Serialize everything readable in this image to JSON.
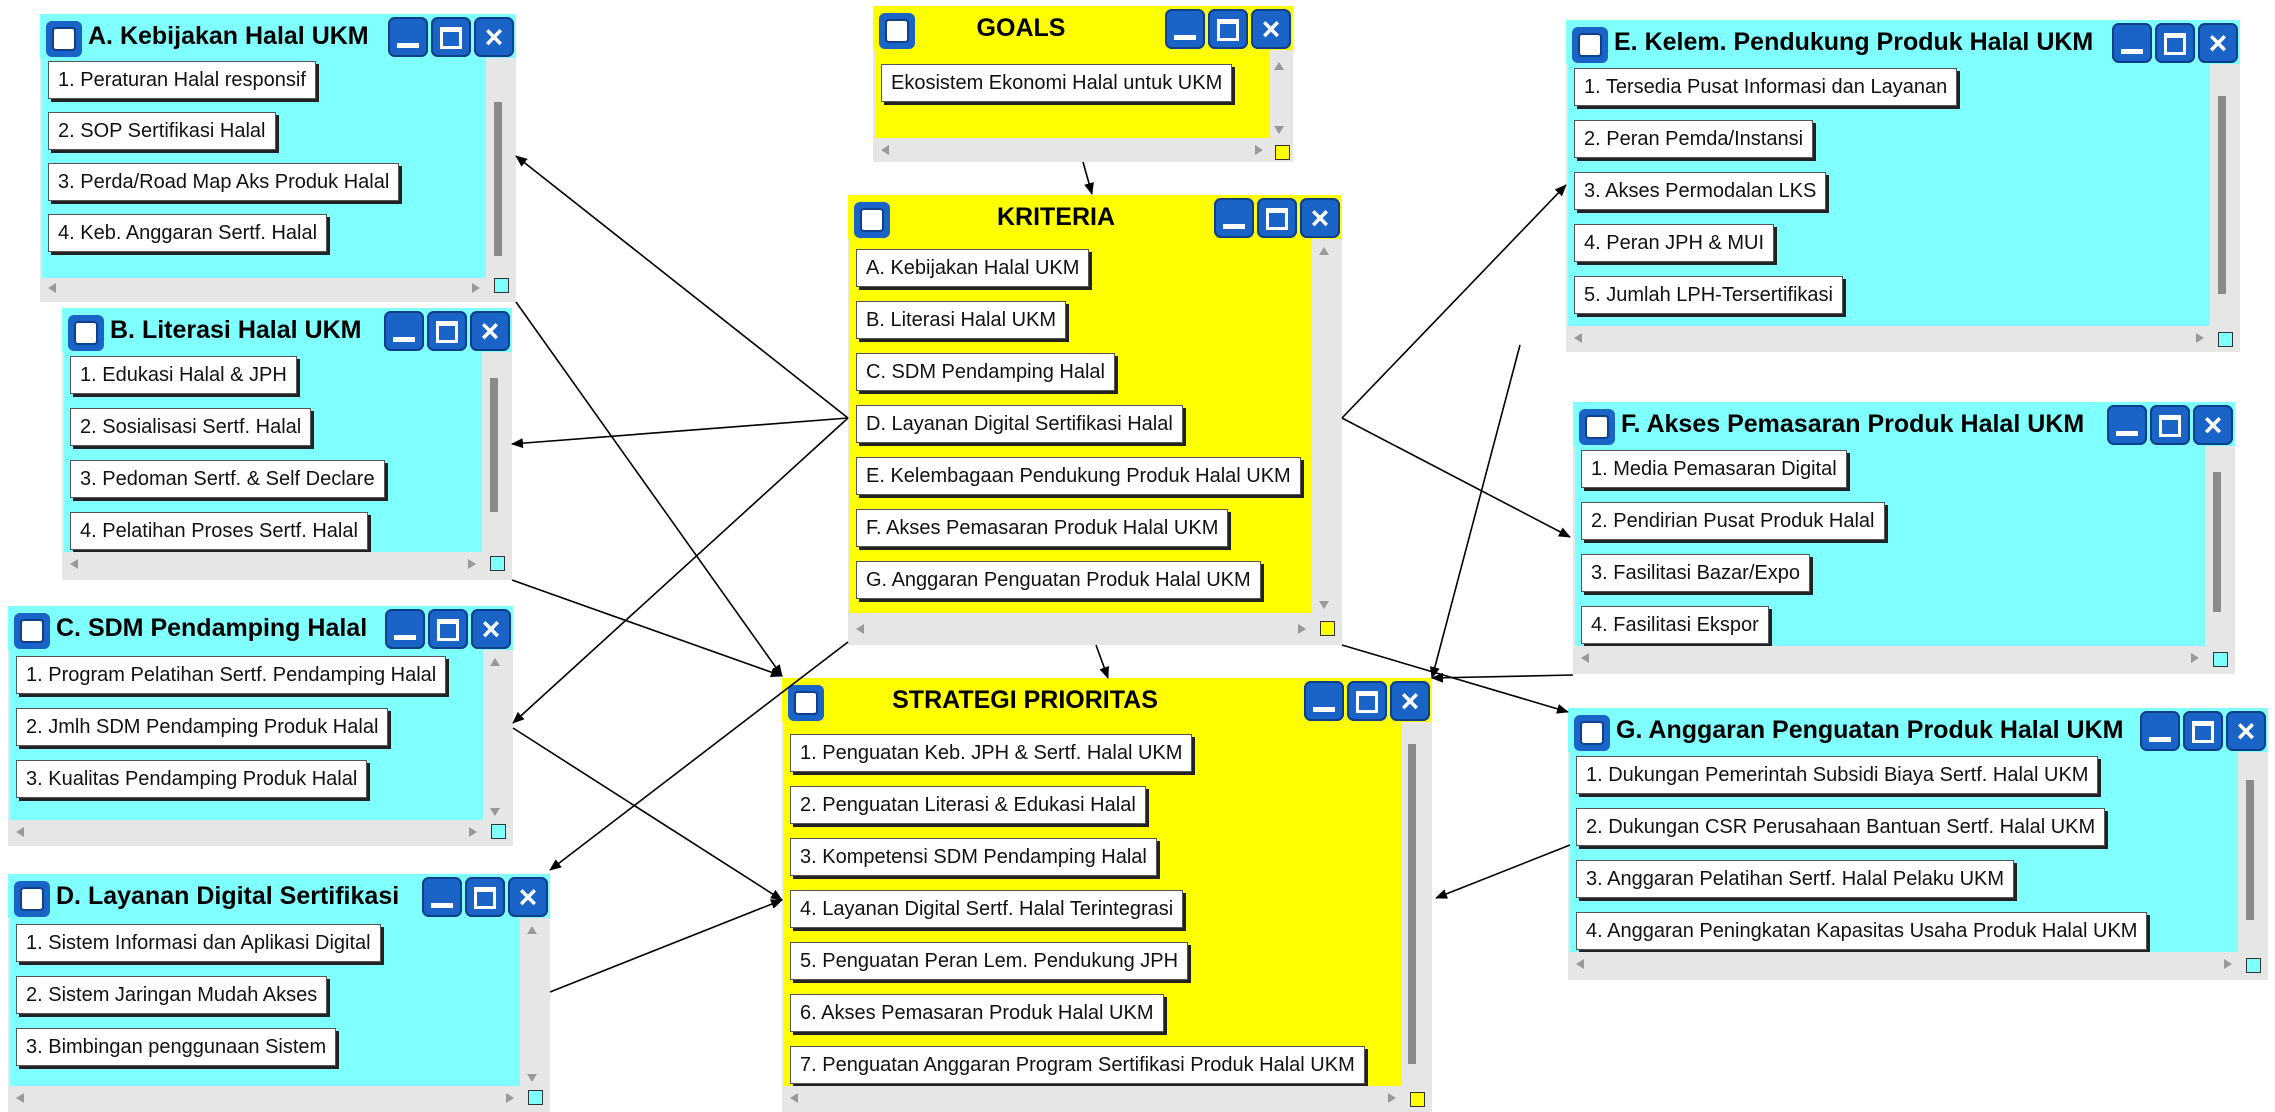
{
  "colors": {
    "cyan": "#80ffff",
    "yellow": "#ffff00",
    "title_button": "#1a63c7"
  },
  "goals": {
    "title": "GOALS",
    "items": [
      "Ekosistem Ekonomi Halal untuk UKM"
    ]
  },
  "kriteria": {
    "title": "KRITERIA",
    "items": [
      "A. Kebijakan Halal UKM",
      "B. Literasi Halal UKM",
      "C. SDM Pendamping Halal",
      "D. Layanan Digital Sertifikasi Halal",
      "E. Kelembagaan Pendukung Produk Halal UKM",
      "F. Akses Pemasaran Produk Halal UKM",
      "G. Anggaran Penguatan Produk Halal UKM"
    ]
  },
  "strategi": {
    "title": "STRATEGI PRIORITAS",
    "items": [
      "1. Penguatan Keb. JPH & Sertf. Halal UKM",
      "2. Penguatan Literasi & Edukasi Halal",
      "3. Kompetensi SDM Pendamping Halal",
      "4. Layanan Digital Sertf. Halal Terintegrasi",
      "5. Penguatan Peran Lem. Pendukung JPH",
      "6. Akses Pemasaran Produk Halal UKM",
      "7. Penguatan Anggaran Program Sertifikasi Produk Halal UKM"
    ]
  },
  "a": {
    "title": "A. Kebijakan Halal UKM",
    "items": [
      "1. Peraturan Halal responsif",
      "2. SOP Sertifikasi Halal",
      "3. Perda/Road Map Aks Produk Halal",
      "4. Keb. Anggaran Sertf. Halal"
    ]
  },
  "b": {
    "title": "B. Literasi Halal UKM",
    "items": [
      "1. Edukasi Halal & JPH",
      "2. Sosialisasi Sertf. Halal",
      "3. Pedoman Sertf. & Self Declare",
      "4. Pelatihan Proses Sertf. Halal"
    ]
  },
  "c": {
    "title": "C. SDM Pendamping Halal",
    "items": [
      "1. Program Pelatihan Sertf. Pendamping Halal",
      "2. Jmlh SDM Pendamping Produk Halal",
      "3. Kualitas Pendamping Produk Halal"
    ]
  },
  "d": {
    "title": "D. Layanan Digital Sertifikasi",
    "items": [
      "1. Sistem Informasi dan Aplikasi Digital",
      "2. Sistem Jaringan Mudah Akses",
      "3. Bimbingan penggunaan Sistem"
    ]
  },
  "e": {
    "title": "E. Kelem. Pendukung Produk Halal UKM",
    "items": [
      "1. Tersedia Pusat Informasi dan Layanan",
      "2. Peran Pemda/Instansi",
      "3. Akses Permodalan LKS",
      "4. Peran JPH & MUI",
      "5. Jumlah LPH-Tersertifikasi"
    ]
  },
  "f": {
    "title": "F. Akses Pemasaran Produk Halal UKM",
    "items": [
      "1. Media Pemasaran Digital",
      "2. Pendirian Pusat Produk Halal",
      "3. Fasilitasi Bazar/Expo",
      "4. Fasilitasi Ekspor"
    ]
  },
  "g": {
    "title": "G. Anggaran Penguatan Produk Halal UKM",
    "items": [
      "1. Dukungan Pemerintah Subsidi Biaya Sertf. Halal UKM",
      "2. Dukungan CSR Perusahaan Bantuan Sertf. Halal UKM",
      "3. Anggaran Pelatihan Sertf. Halal Pelaku UKM",
      "4. Anggaran Peningkatan Kapasitas Usaha Produk Halal UKM"
    ]
  }
}
